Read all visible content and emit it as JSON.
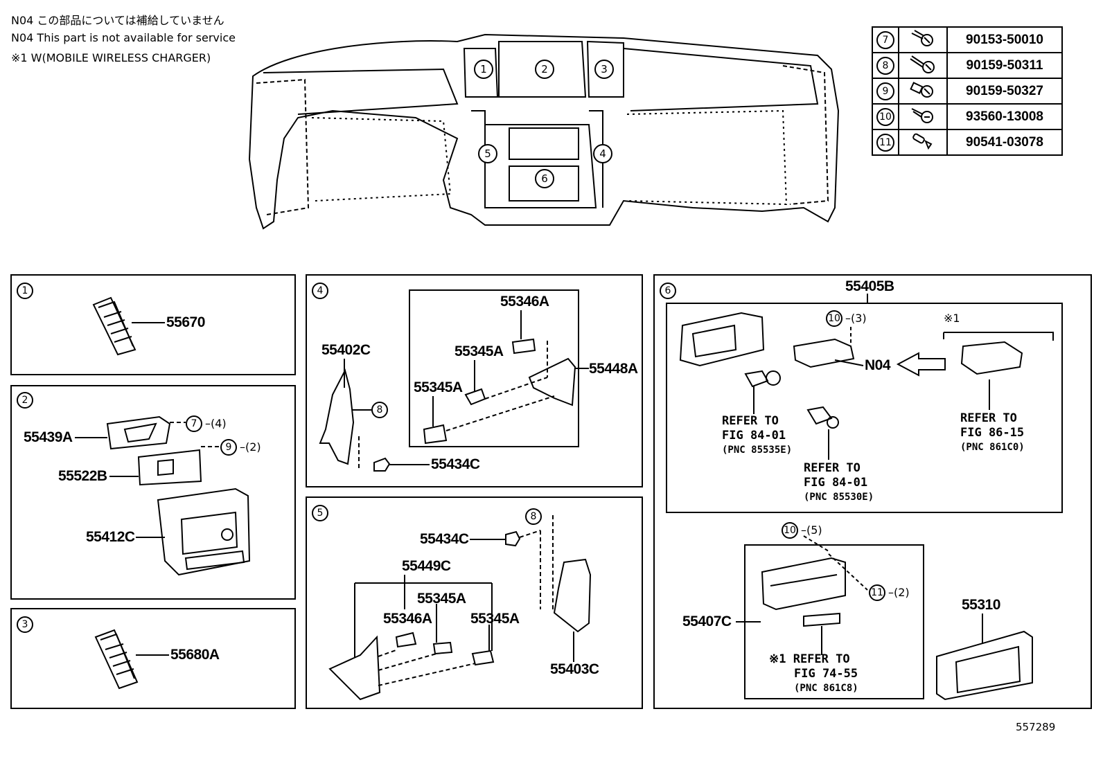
{
  "notes": {
    "jp": "N04 この部品については補給していません",
    "en": "N04 This part is not available for service",
    "mark1": "※1 W(MOBILE WIRELESS CHARGER)"
  },
  "bolts_table": [
    {
      "ref": "7",
      "part": "90153-50010"
    },
    {
      "ref": "8",
      "part": "90159-50311"
    },
    {
      "ref": "9",
      "part": "90159-50327"
    },
    {
      "ref": "10",
      "part": "93560-13008"
    },
    {
      "ref": "11",
      "part": "90541-03078"
    }
  ],
  "overview_callouts": [
    "1",
    "2",
    "3",
    "4",
    "5",
    "6"
  ],
  "panel1": {
    "id": "1",
    "parts": [
      "55670"
    ]
  },
  "panel2": {
    "id": "2",
    "parts": [
      "55439A",
      "55522B",
      "55412C"
    ],
    "fasteners": [
      {
        "ref": "7",
        "qty": "(4)"
      },
      {
        "ref": "9",
        "qty": "(2)"
      }
    ]
  },
  "panel3": {
    "id": "3",
    "parts": [
      "55680A"
    ]
  },
  "panel4": {
    "id": "4",
    "parts": [
      "55346A",
      "55345A",
      "55345A",
      "55448A",
      "55402C",
      "55434C"
    ],
    "fasteners": [
      {
        "ref": "8"
      }
    ]
  },
  "panel5": {
    "id": "5",
    "parts": [
      "55434C",
      "55449C",
      "55345A",
      "55346A",
      "55345A",
      "55403C"
    ],
    "fasteners": [
      {
        "ref": "8"
      }
    ]
  },
  "panel6": {
    "id": "6",
    "assembly": "55405B",
    "mark": "※1",
    "n04": "N04",
    "refs": [
      {
        "line1": "REFER TO",
        "line2": "FIG 84-01",
        "pnc": "(PNC 85535E)"
      },
      {
        "line1": "REFER TO",
        "line2": "FIG 84-01",
        "pnc": "(PNC 85530E)"
      },
      {
        "line1": "REFER TO",
        "line2": "FIG 86-15",
        "pnc": "(PNC 861C0)"
      },
      {
        "line1": "※1 REFER TO",
        "line2": "FIG 74-55",
        "pnc": "(PNC 861C8)"
      }
    ],
    "fasteners": [
      {
        "ref": "10",
        "qty": "(3)"
      },
      {
        "ref": "10",
        "qty": "(5)"
      },
      {
        "ref": "11",
        "qty": "(2)"
      }
    ],
    "parts": [
      "55407C",
      "55310"
    ]
  },
  "figure_number": "557289"
}
